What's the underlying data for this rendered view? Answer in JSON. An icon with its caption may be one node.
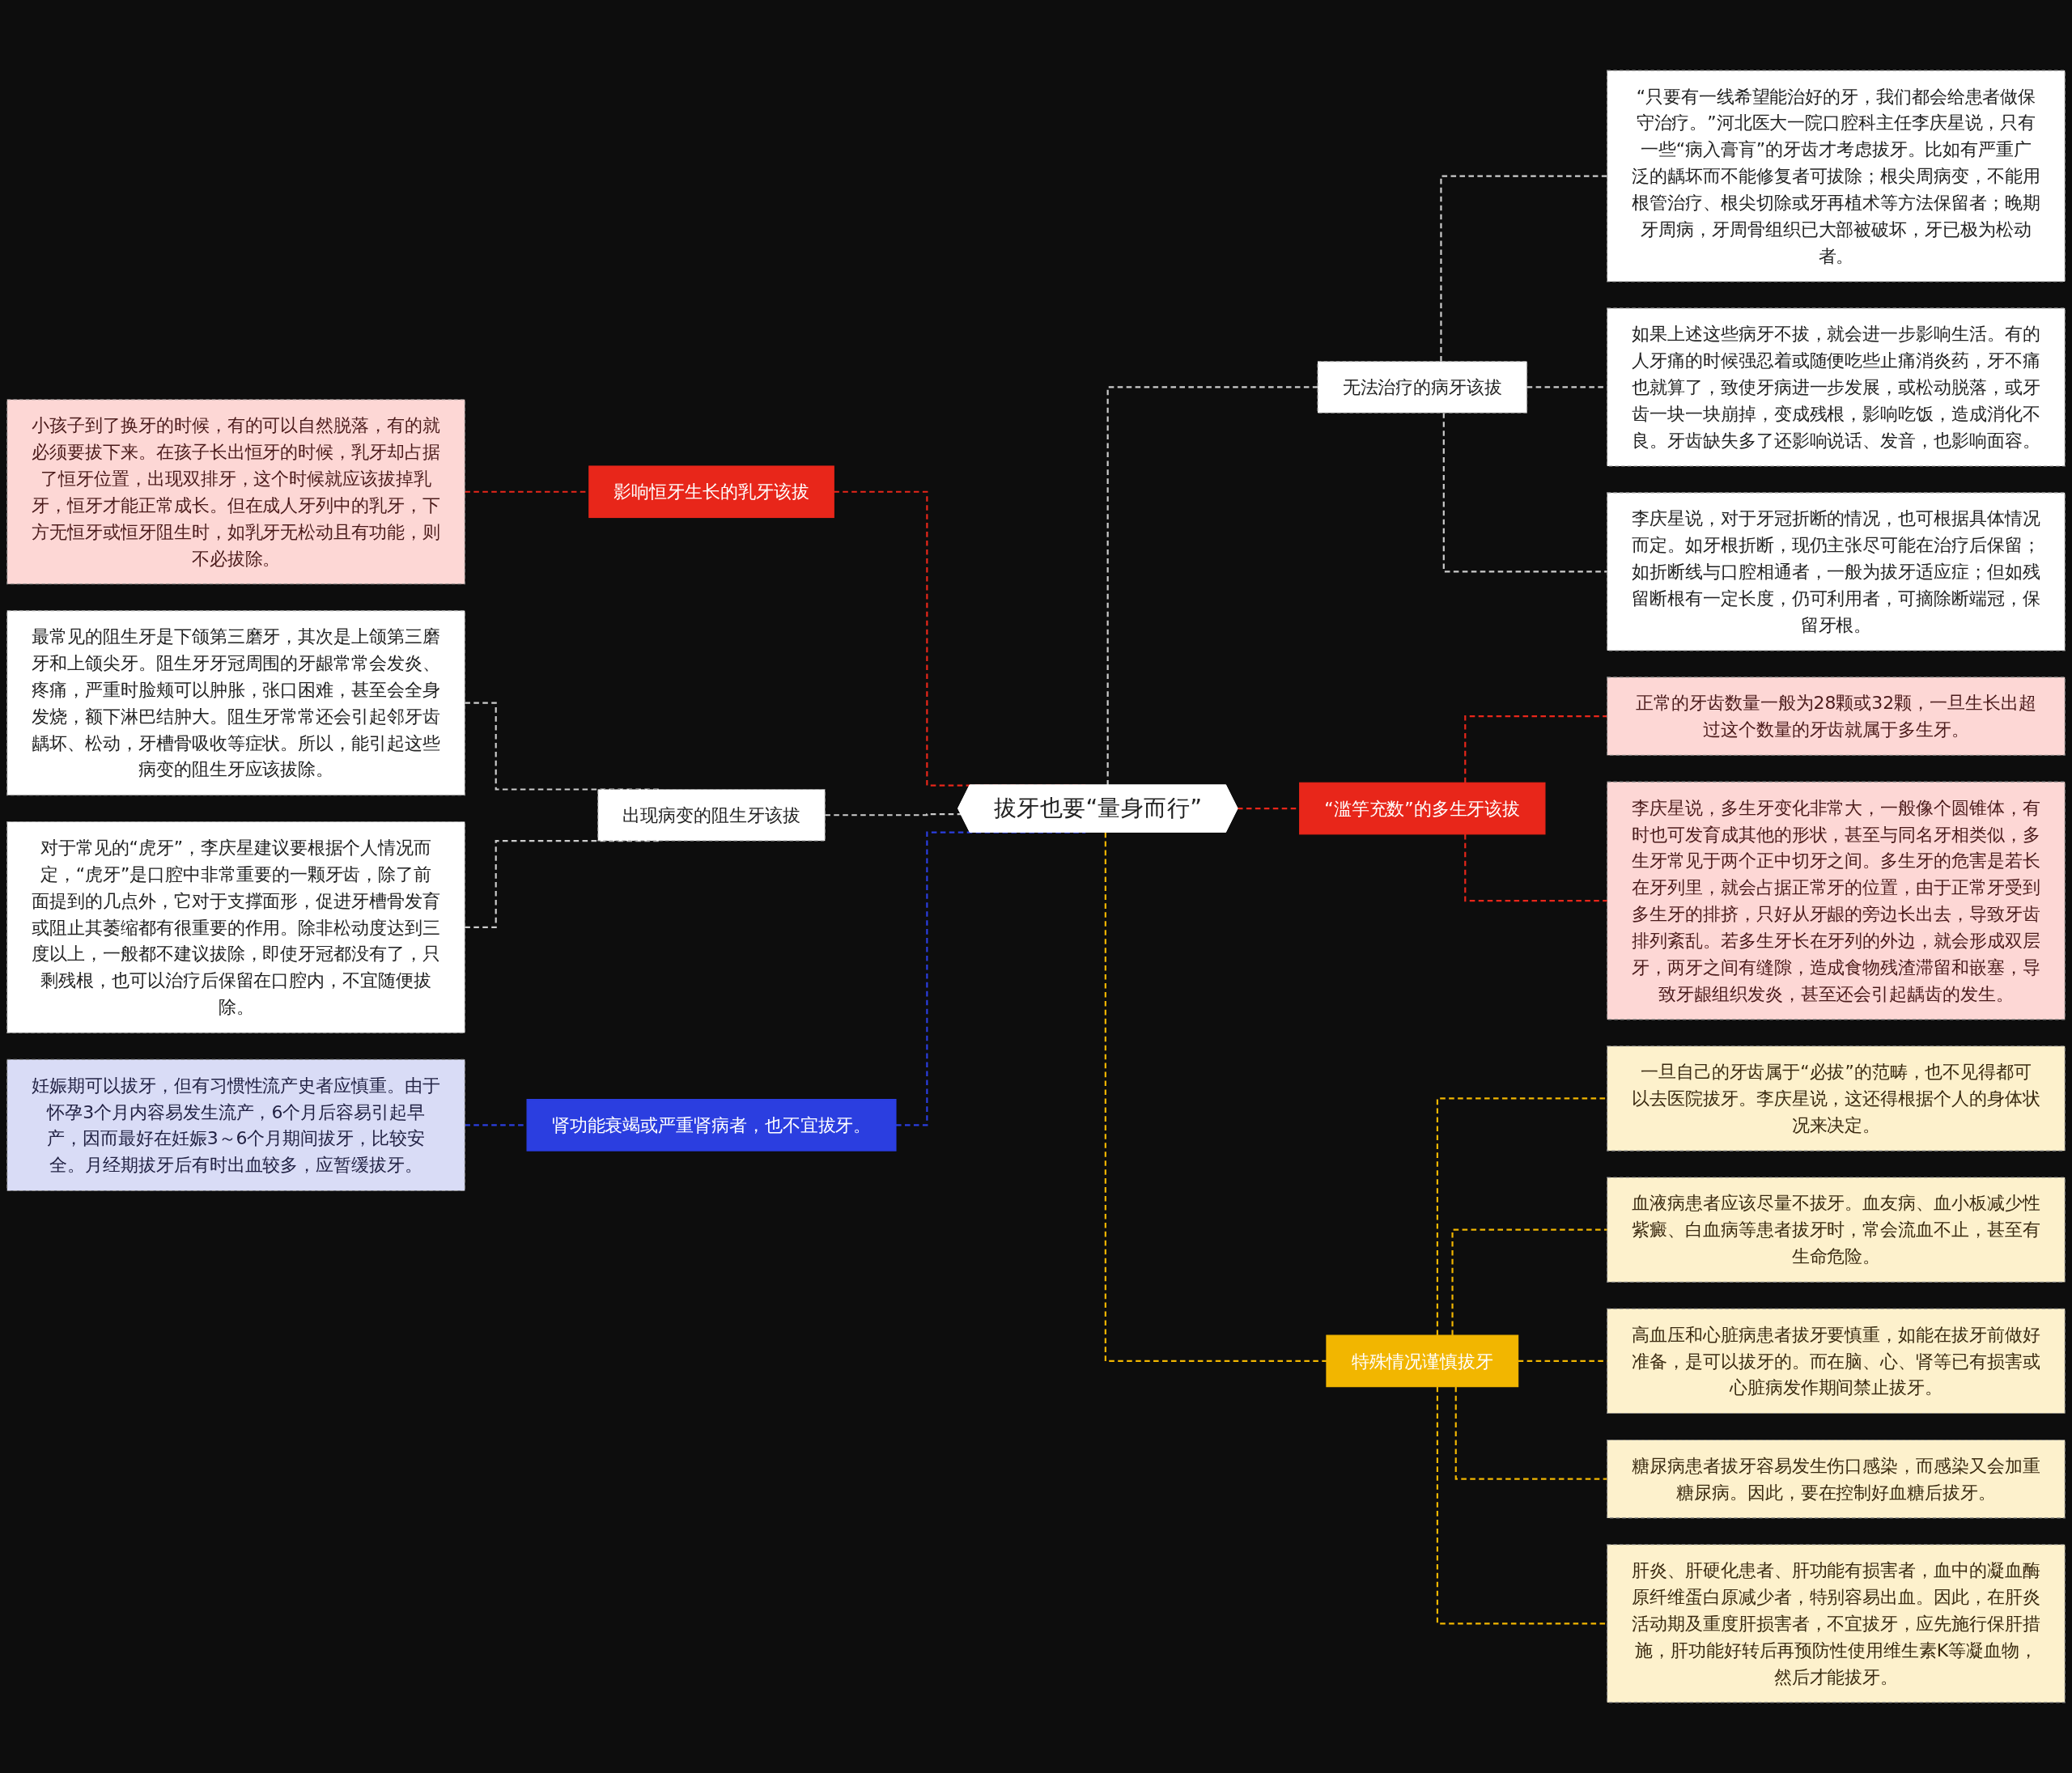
{
  "diagram": {
    "nodes": [
      {
        "text": [
          "拔牙也要“量身而行”"
        ]
      },
      {
        "text": [
          "影响恒牙生长的乳牙该拔"
        ]
      },
      {
        "text": [
          "小孩子到了换牙的时候，有的可以自然脱落，有的就必须要拔下来。在孩子长出恒牙的时候，乳牙却占据了恒牙位置，出现双排牙，这个时候就应该拔掉乳牙，恒牙才能正常成长。但在成人牙列中的乳牙，下方无恒牙或恒牙阻生时，如乳牙无松动且有功能，则不必拔除。"
        ]
      },
      {
        "text": [
          "出现病变的阻生牙该拔"
        ]
      },
      {
        "text": [
          "最常见的阻生牙是下颌第三磨牙，其次是上颌第三磨牙和上颌尖牙。阻生牙牙冠周围的牙龈常常会发炎、疼痛，严重时脸颊可以肿胀，张口困难，甚至会全身发烧，额下淋巴结肿大。阻生牙常常还会引起邻牙齿龋坏、松动，牙槽骨吸收等症状。所以，能引起这些病变的阻生牙应该拔除。"
        ]
      },
      {
        "text": [
          "对于常见的“虎牙”，李庆星建议要根据个人情况而定，“虎牙”是口腔中非常重要的一颗牙齿，除了前面提到的几点外，它对于支撑面形，促进牙槽骨发育或阻止其萎缩都有很重要的作用。除非松动度达到三度以上，一般都不建议拔除，即使牙冠都没有了，只剩残根，也可以治疗后保留在口腔内，不宜随便拔除。"
        ]
      },
      {
        "text": [
          "肾功能衰竭或严重肾病者，也不宜拔牙。"
        ]
      },
      {
        "text": [
          "妊娠期可以拔牙，但有习惯性流产史者应慎重。由于怀孕3个月内容易发生流产，6个月后容易引起早产，因而最好在妊娠3～6个月期间拔牙，比较安全。月经期拔牙后有时出血较多，应暂缓拔牙。"
        ]
      },
      {
        "text": [
          "无法治疗的病牙该拔"
        ]
      },
      {
        "text": [
          "“只要有一线希望能治好的牙，我们都会给患者做保守治疗。”河北医大一院口腔科主任李庆星说，只有一些“病入膏肓”的牙齿才考虑拔牙。比如有严重广泛的龋坏而不能修复者可拔除；根尖周病变，不能用根管治疗、根尖切除或牙再植术等方法保留者；晚期牙周病，牙周骨组织已大部被破坏，牙已极为松动者。"
        ]
      },
      {
        "text": [
          "如果上述这些病牙不拔，就会进一步影响生活。有的人牙痛的时候强忍着或随便吃些止痛消炎药，牙不痛也就算了，致使牙病进一步发展，或松动脱落，或牙齿一块一块崩掉，变成残根，影响吃饭，造成消化不良。牙齿缺失多了还影响说话、发音，也影响面容。"
        ]
      },
      {
        "text": [
          "李庆星说，对于牙冠折断的情况，也可根据具体情况而定。如牙根折断，现仍主张尽可能在治疗后保留；如折断线与口腔相通者，一般为拔牙适应症；但如残留断根有一定长度，仍可利用者，可摘除断端冠，保留牙根。"
        ]
      },
      {
        "text": [
          "“滥竽充数”的多生牙该拔"
        ]
      },
      {
        "text": [
          "正常的牙齿数量一般为28颗或32颗，一旦生长出超过这个数量的牙齿就属于多生牙。"
        ]
      },
      {
        "text": [
          "李庆星说，多生牙变化非常大，一般像个圆锥体，有时也可发育成其他的形状，甚至与同名牙相类似，多生牙常见于两个正中切牙之间。多生牙的危害是若长在牙列里，就会占据正常牙的位置，由于正常牙受到多生牙的排挤，只好从牙龈的旁边长出去，导致牙齿排列紊乱。若多生牙长在牙列的外边，就会形成双层牙，两牙之间有缝隙，造成食物残渣滞留和嵌塞，导致牙龈组织发炎，甚至还会引起龋齿的发生。"
        ]
      },
      {
        "text": [
          "特殊情况谨慎拔牙"
        ]
      },
      {
        "text": [
          "一旦自己的牙齿属于“必拔”的范畴，也不见得都可以去医院拔牙。李庆星说，这还得根据个人的身体状况来决定。"
        ]
      },
      {
        "text": [
          "血液病患者应该尽量不拔牙。血友病、血小板减少性紫癜、白血病等患者拔牙时，常会流血不止，甚至有生命危险。"
        ]
      },
      {
        "text": [
          "高血压和心脏病患者拔牙要慎重，如能在拔牙前做好准备，是可以拔牙的。而在脑、心、肾等已有损害或心脏病发作期间禁止拔牙。"
        ]
      },
      {
        "text": [
          "糖尿病患者拔牙容易发生伤口感染，而感染又会加重糖尿病。因此，要在控制好血糖后拔牙。"
        ]
      },
      {
        "text": [
          "肝炎、肝硬化患者、肝功能有损害者，血中的凝血酶原纤维蛋白原减少者，特别容易出血。因此，在肝炎活动期及重度肝损害者，不宜拔牙，应先施行保肝措施，肝功能好转后再预防性使用维生素K等凝血物，然后才能拔牙。"
        ]
      }
    ],
    "edges": [
      {
        "from": 2,
        "to": 1,
        "arrow": "none",
        "style": "dashed",
        "color": "#e8261a"
      },
      {
        "from": 1,
        "to": 0,
        "arrow": "none",
        "style": "dashed",
        "color": "#e8261a"
      },
      {
        "from": 4,
        "to": 3,
        "arrow": "none",
        "style": "dashed",
        "color": "#cccccc"
      },
      {
        "from": 5,
        "to": 3,
        "arrow": "none",
        "style": "dashed",
        "color": "#cccccc"
      },
      {
        "from": 3,
        "to": 0,
        "arrow": "none",
        "style": "dashed",
        "color": "#cccccc"
      },
      {
        "from": 7,
        "to": 6,
        "arrow": "none",
        "style": "dashed",
        "color": "#2b3ee0"
      },
      {
        "from": 6,
        "to": 0,
        "arrow": "none",
        "style": "dashed",
        "color": "#2b3ee0"
      },
      {
        "from": 0,
        "to": 8,
        "arrow": "none",
        "style": "dashed",
        "color": "#cccccc"
      },
      {
        "from": 8,
        "to": 9,
        "arrow": "none",
        "style": "dashed",
        "color": "#cccccc"
      },
      {
        "from": 8,
        "to": 10,
        "arrow": "none",
        "style": "dashed",
        "color": "#cccccc"
      },
      {
        "from": 8,
        "to": 11,
        "arrow": "none",
        "style": "dashed",
        "color": "#cccccc"
      },
      {
        "from": 0,
        "to": 12,
        "arrow": "none",
        "style": "dashed",
        "color": "#e8261a"
      },
      {
        "from": 12,
        "to": 13,
        "arrow": "none",
        "style": "dashed",
        "color": "#e8261a"
      },
      {
        "from": 12,
        "to": 14,
        "arrow": "none",
        "style": "dashed",
        "color": "#e8261a"
      },
      {
        "from": 0,
        "to": 15,
        "arrow": "none",
        "style": "dashed",
        "color": "#f2b600"
      },
      {
        "from": 15,
        "to": 16,
        "arrow": "none",
        "style": "dashed",
        "color": "#f2b600"
      },
      {
        "from": 15,
        "to": 17,
        "arrow": "none",
        "style": "dashed",
        "color": "#f2b600"
      },
      {
        "from": 15,
        "to": 18,
        "arrow": "none",
        "style": "dashed",
        "color": "#f2b600"
      },
      {
        "from": 15,
        "to": 19,
        "arrow": "none",
        "style": "dashed",
        "color": "#f2b600"
      },
      {
        "from": 15,
        "to": 20,
        "arrow": "none",
        "style": "dashed",
        "color": "#f2b600"
      }
    ]
  }
}
